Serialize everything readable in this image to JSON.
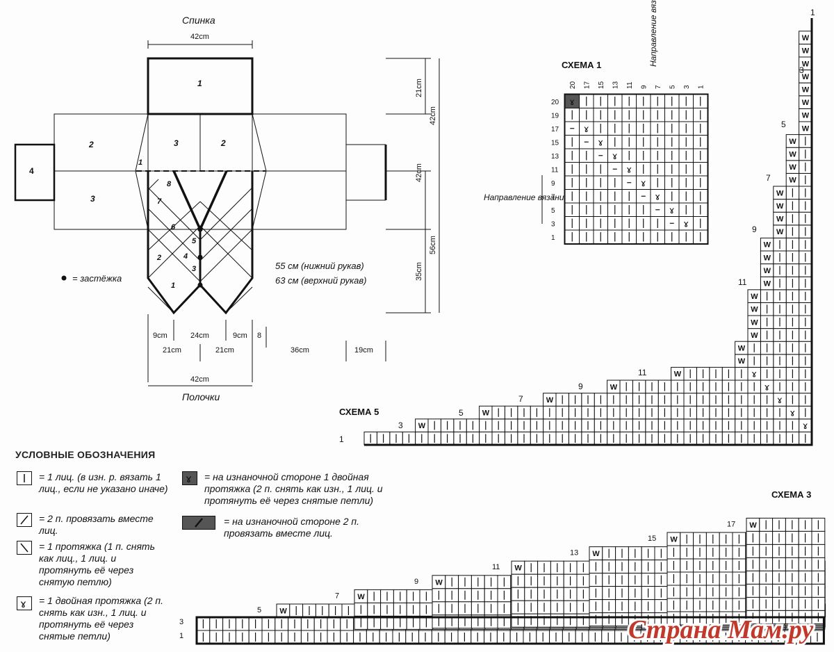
{
  "schematic": {
    "back_label": "Спинка",
    "fronts_label": "Полочки",
    "top_width": "42cm",
    "bottom_width": "42cm",
    "height_21": "21cm",
    "height_42a": "42cm",
    "height_42b": "42cm",
    "height_56": "56cm",
    "height_35": "35cm",
    "dims_row1": [
      "9cm",
      "24cm",
      "9cm",
      "8"
    ],
    "dims_row2": [
      "21cm",
      "21cm",
      "36cm",
      "19cm"
    ],
    "sleeve_lower": "55 см (нижний рукав)",
    "sleeve_upper": "63 см (верхний рукав)",
    "clasp": "= застёжка",
    "pieces": [
      "1",
      "2",
      "3",
      "2",
      "4",
      "3",
      "1",
      "8",
      "7",
      "6",
      "5",
      "4",
      "3",
      "2",
      "1"
    ]
  },
  "scheme1": {
    "title": "СХЕМА 1",
    "direction": "Направление вязания",
    "direction_left": "Направление вязания",
    "col_labels": [
      "20",
      "17",
      "15",
      "13",
      "11",
      "9",
      "7",
      "5",
      "3",
      "1"
    ],
    "row_labels": [
      "20",
      "19",
      "17",
      "15",
      "13",
      "11",
      "9",
      "7",
      "5",
      "3",
      "1"
    ]
  },
  "scheme5": {
    "title": "СХЕМА 5",
    "row_labels": [
      "1",
      "3",
      "5",
      "7",
      "9",
      "11"
    ],
    "col_labels": [
      "1",
      "3",
      "5",
      "7",
      "9",
      "11"
    ]
  },
  "scheme3": {
    "title": "СХЕМА 3",
    "row_labels": [
      "1",
      "3"
    ],
    "step_labels": [
      "5",
      "7",
      "9",
      "11",
      "13",
      "15",
      "17"
    ]
  },
  "legend": {
    "title": "УСЛОВНЫЕ ОБОЗНАЧЕНИЯ",
    "items": [
      "= 1 лиц. (в изн. р. вязать 1 лиц., если не указано иначе)",
      "= 2 п. провязать вместе лиц.",
      "= 1 протяжка (1 п. снять как лиц., 1 лиц. и протянуть её через снятую петлю)",
      "= 1 двойная протяжка (2 п. снять как изн., 1 лиц. и протянуть её через снятые петли)",
      "= на изнаночной стороне 1 двойная протяжка (2 п. снять как изн., 1 лиц. и протянуть её через снятые петли)",
      "= на изнаночной стороне 2 п. провязать вместе лиц."
    ],
    "symbols": [
      "|",
      "/",
      "\\",
      "Ɣ",
      "Ɣ",
      "/"
    ]
  },
  "watermark": {
    "text": "Страна Мам.ру",
    "color": "#c0392b"
  },
  "colors": {
    "ink": "#111111",
    "dark_cell": "#555555",
    "paper": "#fdfdfd",
    "watermark": "#c0392b"
  }
}
